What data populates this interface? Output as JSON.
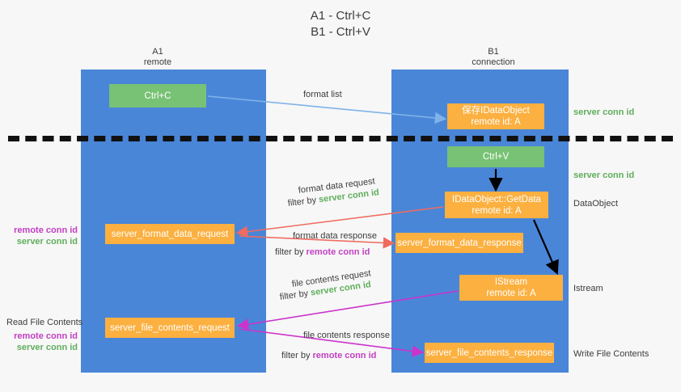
{
  "title": {
    "line1": "A1 - Ctrl+C",
    "line2": "B1 - Ctrl+V"
  },
  "colors": {
    "lane": "#4a86d8",
    "green_node": "#77c274",
    "orange_node": "#fbb040",
    "separator": "#111111",
    "server_conn_id": "#5fae5c",
    "remote_conn_id": "#c23fc2",
    "arrow_blue": "#7fb3e8",
    "arrow_red": "#ef6b5e",
    "arrow_magenta": "#cc33cc",
    "arrow_black": "#000000"
  },
  "columns": [
    {
      "name": "A1",
      "role": "remote"
    },
    {
      "name": "B1",
      "role": "connection"
    }
  ],
  "nodes": {
    "ctrl_c": {
      "label": "Ctrl+C",
      "style": "green"
    },
    "idataobject": {
      "label": "保存IDataObject",
      "sub": "remote id: A",
      "style": "orange"
    },
    "ctrl_v": {
      "label": "Ctrl+V",
      "style": "green"
    },
    "getdata": {
      "label": "IDataObject::GetData",
      "sub": "remote id: A",
      "style": "orange"
    },
    "server_format_data_request": {
      "label": "server_format_data_request",
      "style": "orange"
    },
    "server_format_data_response": {
      "label": "server_format_data_response",
      "style": "orange"
    },
    "istream": {
      "label": "IStream",
      "sub": "remote id: A",
      "style": "orange"
    },
    "server_file_contents_request": {
      "label": "server_file_contents_request",
      "style": "orange"
    },
    "server_file_contents_response": {
      "label": "server_file_contents_response",
      "style": "orange"
    }
  },
  "edges": [
    {
      "id": "format_list",
      "label": "format list",
      "color": "#7fb3e8"
    },
    {
      "id": "format_data_request",
      "label": "format data request",
      "filter_prefix": "filter by ",
      "filter_value": "server conn id",
      "color": "#ef6b5e"
    },
    {
      "id": "format_data_response",
      "label": "format data response",
      "filter_prefix": "filter by ",
      "filter_value": "remote conn id",
      "color": "#ef6b5e"
    },
    {
      "id": "file_contents_request",
      "label": "file contents request",
      "filter_prefix": "filter by ",
      "filter_value": "server conn id",
      "color": "#cc33cc"
    },
    {
      "id": "file_contents_response",
      "label": "file contents response",
      "filter_prefix": "filter by ",
      "filter_value": "remote conn id",
      "color": "#cc33cc"
    }
  ],
  "side_notes_right": [
    {
      "id": "conn_top",
      "text": "server conn id",
      "kind": "server"
    },
    {
      "id": "conn_mid",
      "text": "server conn id",
      "kind": "server"
    },
    {
      "id": "dataobject",
      "text": "DataObject",
      "kind": "plain"
    },
    {
      "id": "istream",
      "text": "Istream",
      "kind": "plain"
    },
    {
      "id": "write_file_contents",
      "text": "Write File Contents",
      "kind": "plain"
    }
  ],
  "side_notes_left": [
    {
      "id": "block1_remote",
      "text": "remote conn id",
      "kind": "remote"
    },
    {
      "id": "block1_server",
      "text": "server conn id",
      "kind": "server"
    },
    {
      "id": "read_file_contents",
      "text": "Read File Contents",
      "kind": "plain"
    },
    {
      "id": "block2_remote",
      "text": "remote conn id",
      "kind": "remote"
    },
    {
      "id": "block2_server",
      "text": "server conn id",
      "kind": "server"
    }
  ]
}
